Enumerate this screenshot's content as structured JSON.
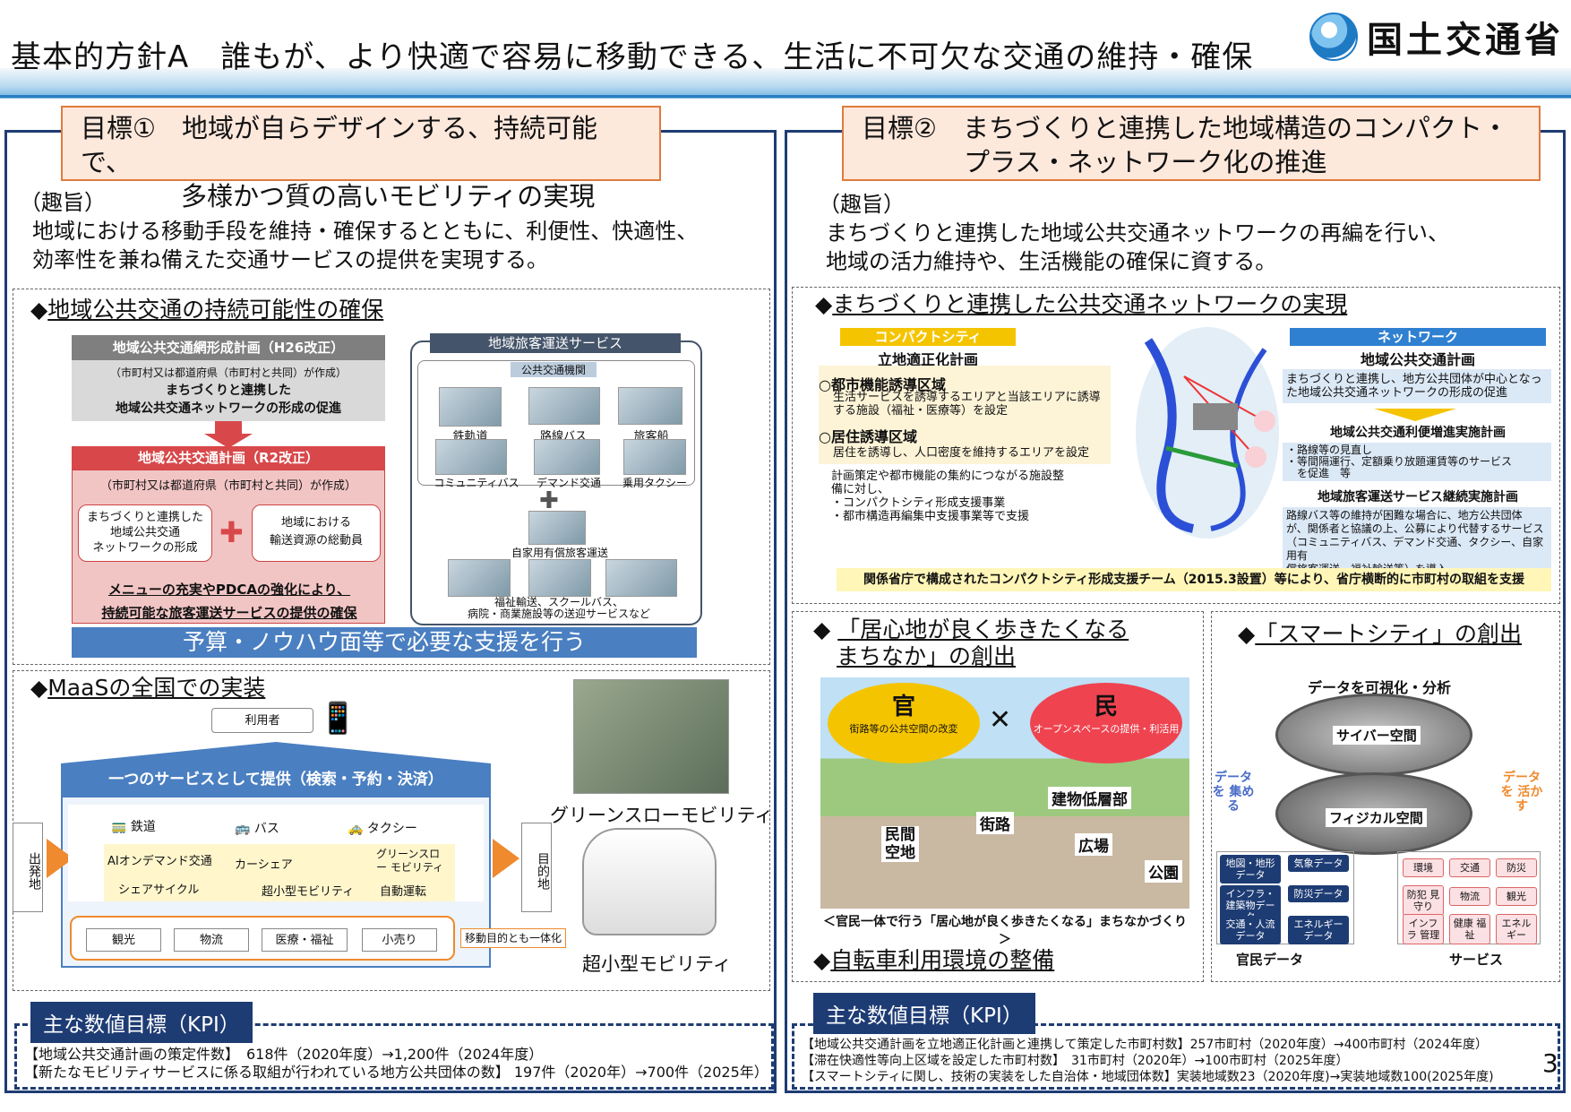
{
  "header": {
    "title": "基本的方針A　誰もが、より快適で容易に移動できる、生活に不可欠な交通の維持・確保",
    "logo": "国土交通省"
  },
  "left": {
    "goal": [
      "目標①　地域が自らデザインする、持続可能で、",
      "多様かつ質の高いモビリティの実現"
    ],
    "summary_label": "（趣旨）",
    "summary": [
      "地域における移動手段を維持・確保するとともに、利便性、快適性、",
      "効率性を兼ね備えた交通サービスの提供を実現する。"
    ],
    "sec1": {
      "title": "地域公共交通の持続可能性の確保",
      "plan1": {
        "title": "地域公共交通網形成計画（H26改正）",
        "maker": "（市町村又は都道府県（市町村と共同）が作成）",
        "desc": [
          "まちづくりと連携した",
          "地域公共交通ネットワークの形成の促進"
        ]
      },
      "plan2": {
        "title": "地域公共交通計画（R2改正）",
        "maker": "（市町村又は都道府県（市町村と共同）が作成）",
        "box1": [
          "まちづくりと連携した",
          "地域公共交通",
          "ネットワークの形成"
        ],
        "box2": [
          "地域における",
          "輸送資源の総動員"
        ],
        "result": [
          "メニューの充実やPDCAの強化により、",
          "持続可能な旅客運送サービスの提供の確保"
        ]
      },
      "services": {
        "title": "地域旅客運送サービス",
        "sub": "公共交通機関",
        "items": [
          "鉄軌道",
          "路線バス",
          "旅客船",
          "コミュニティバス",
          "デマンド交通",
          "乗用タクシー"
        ],
        "private": "自家用有償旅客運送",
        "other": [
          "福祉輸送、スクールバス、",
          "病院・商業施設等の送迎サービスなど"
        ]
      },
      "support": "予算・ノウハウ面等で必要な支援を行う"
    },
    "sec2": {
      "title": "MaaSの全国での実装",
      "user": "利用者",
      "provide": "一つのサービスとして提供（検索・予約・決済）",
      "origin": "出発地",
      "dest": "目的地",
      "modes": [
        "鉄道",
        "バス",
        "タクシー"
      ],
      "new_modes": [
        "AIオンデマンド交通",
        "カーシェア",
        "グリーンスロー モビリティ",
        "シェアサイクル",
        "超小型モビリティ",
        "自動運転"
      ],
      "purposes": [
        "観光",
        "物流",
        "医療・福祉",
        "小売り"
      ],
      "integrate": "移動目的とも一体化",
      "photo1": "グリーンスローモビリティ",
      "photo2": "超小型モビリティ"
    },
    "kpi": {
      "tab": "主な数値目標（KPI）",
      "lines": [
        "【地域公共交通計画の策定件数】　618件（2020年度）→1,200件（2024年度）",
        "【新たなモビリティサービスに係る取組が行われている地方公共団体の数】 197件（2020年）→700件（2025年）"
      ]
    }
  },
  "right": {
    "goal": [
      "目標②　まちづくりと連携した地域構造のコンパクト・",
      "プラス・ネットワーク化の推進"
    ],
    "summary_label": "（趣旨）",
    "summary": [
      "まちづくりと連携した地域公共交通ネットワークの再編を行い、",
      "地域の活力維持や、生活機能の確保に資する。"
    ],
    "sec1": {
      "title": "まちづくりと連携した公共交通ネットワークの実現",
      "compact": "コンパクトシティ",
      "compact_plan": "立地適正化計画",
      "area1": {
        "title": "○都市機能誘導区域",
        "desc": [
          "生活サービスを誘導するエリアと当該エリアに誘導",
          "する施設（福祉・医療等）を設定"
        ]
      },
      "area2": {
        "title": "○居住誘導区域",
        "desc": [
          "居住を誘導し、人口密度を維持するエリアを設定"
        ]
      },
      "support": [
        "計画策定や都市機能の集約につながる施設整",
        "備に対し、",
        "・コンパクトシティ形成支援事業",
        "・都市構造再編集中支援事業等で支援"
      ],
      "network": "ネットワーク",
      "network_plan": "地域公共交通計画",
      "network_desc": [
        "まちづくりと連携し、地方公共団体が中心となっ",
        "た地域公共交通ネットワークの形成の促進"
      ],
      "impl1": "地域公共交通利便増進実施計画",
      "impl1_desc": [
        "・路線等の見直し",
        "・等間隔運行、定額乗り放題運賃等のサービス",
        "　を促進　等"
      ],
      "impl2": "地域旅客運送サービス継続実施計画",
      "impl2_desc": [
        "路線バス等の維持が困難な場合に、地方公共団体",
        "が、関係者と協議の上、公募により代替するサービス",
        "（コミュニティバス、デマンド交通、タクシー、自家用有",
        "償旅客運送、福祉輸送等）を導入"
      ],
      "team": "関係省庁で構成されたコンパクトシティ形成支援チーム（2015.3設置）等により、省庁横断的に市町村の取組を支援"
    },
    "sec2": {
      "title": [
        "「居心地が良く歩きたくなる",
        "まちなか」の創出"
      ],
      "kan": "官",
      "kan_desc": "街路等の公共空間の改変",
      "min": "民",
      "min_desc": "オープンスペースの提供・利活用",
      "labels": [
        "建物低層部",
        "街路",
        "民間 空地",
        "広場",
        "公園"
      ],
      "caption": "＜官民一体で行う「居心地が良く歩きたくなる」まちなかづくり＞"
    },
    "sec3": {
      "title": "「スマートシティ」の創出",
      "viz": "データを可視化・分析",
      "cyber": "サイバー空間",
      "physical": "フィジカル空間",
      "collect": "データを 集める",
      "use": "データを 活かす",
      "data": [
        "地図・地形 データ",
        "気象データ",
        "インフラ・ 建築物データ",
        "防災データ",
        "交通・人流 データ",
        "エネルギー データ"
      ],
      "services": [
        "環境",
        "交通",
        "防災",
        "防犯 見守り",
        "物流",
        "観光",
        "インフラ 管理",
        "健康 福祉",
        "エネル ギー"
      ],
      "data_label": "官民データ",
      "service_label": "サービス"
    },
    "sec4": {
      "title": "自転車利用環境の整備"
    },
    "kpi": {
      "tab": "主な数値目標（KPI）",
      "lines": [
        "【地域公共交通計画を立地適正化計画と連携して策定した市町村数】257市町村（2020年度）→400市町村（2024年度）",
        "【滞在快適性等向上区域を設定した市町村数】　31市町村（2020年）→100市町村（2025年度）",
        "【スマートシティに関し、技術の実装をした自治体・地域団体数】実装地域数23（2020年度)→実装地域数100(2025年度)"
      ]
    }
  },
  "page_number": "3"
}
